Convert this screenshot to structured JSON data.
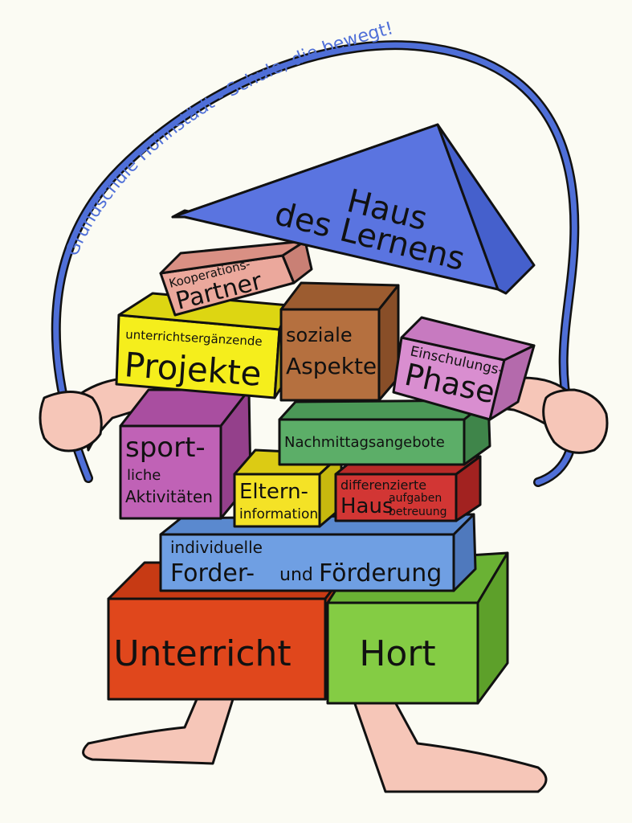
{
  "motto": "Grundschule Hohnstädt - Schule, die bewegt!",
  "colors": {
    "roof": "#5a74e0",
    "kooperation": "#eba89c",
    "projekte": "#f5ee1c",
    "soziale": "#b5703f",
    "einschulung": "#d98ed0",
    "sport": "#c062b6",
    "nachmittag": "#5cae68",
    "eltern": "#f4e226",
    "hausaufgaben": "#d23634",
    "forder": "#6f9fe3",
    "unterricht": "#e0471c",
    "hort": "#84cc44",
    "skin": "#f6c6b8",
    "rope": "#4f6fd8"
  },
  "blocks": {
    "roof": {
      "line1": "Haus",
      "line2": "des Lernens"
    },
    "kooperation": {
      "small": "Kooperations-",
      "big": "Partner"
    },
    "projekte": {
      "small": "unterrichtsergänzende",
      "big": "Projekte"
    },
    "soziale": {
      "line1": "soziale",
      "line2": "Aspekte"
    },
    "einschulung": {
      "small": "Einschulungs-",
      "big": "Phase"
    },
    "sport": {
      "big": "sport-",
      "line2": "liche",
      "line3": "Aktivitäten"
    },
    "nachmittag": {
      "label": "Nachmittagsangebote"
    },
    "eltern": {
      "big": "Eltern-",
      "small": "information"
    },
    "hausaufgaben": {
      "top": "differenzierte",
      "haus": "Haus",
      "aufgaben": "aufgaben",
      "betreuung": "betreuung"
    },
    "forder": {
      "small": "individuelle",
      "big1": "Forder-",
      "und": "und",
      "big2": "Förderung"
    },
    "unterricht": {
      "label": "Unterricht"
    },
    "hort": {
      "label": "Hort"
    }
  }
}
